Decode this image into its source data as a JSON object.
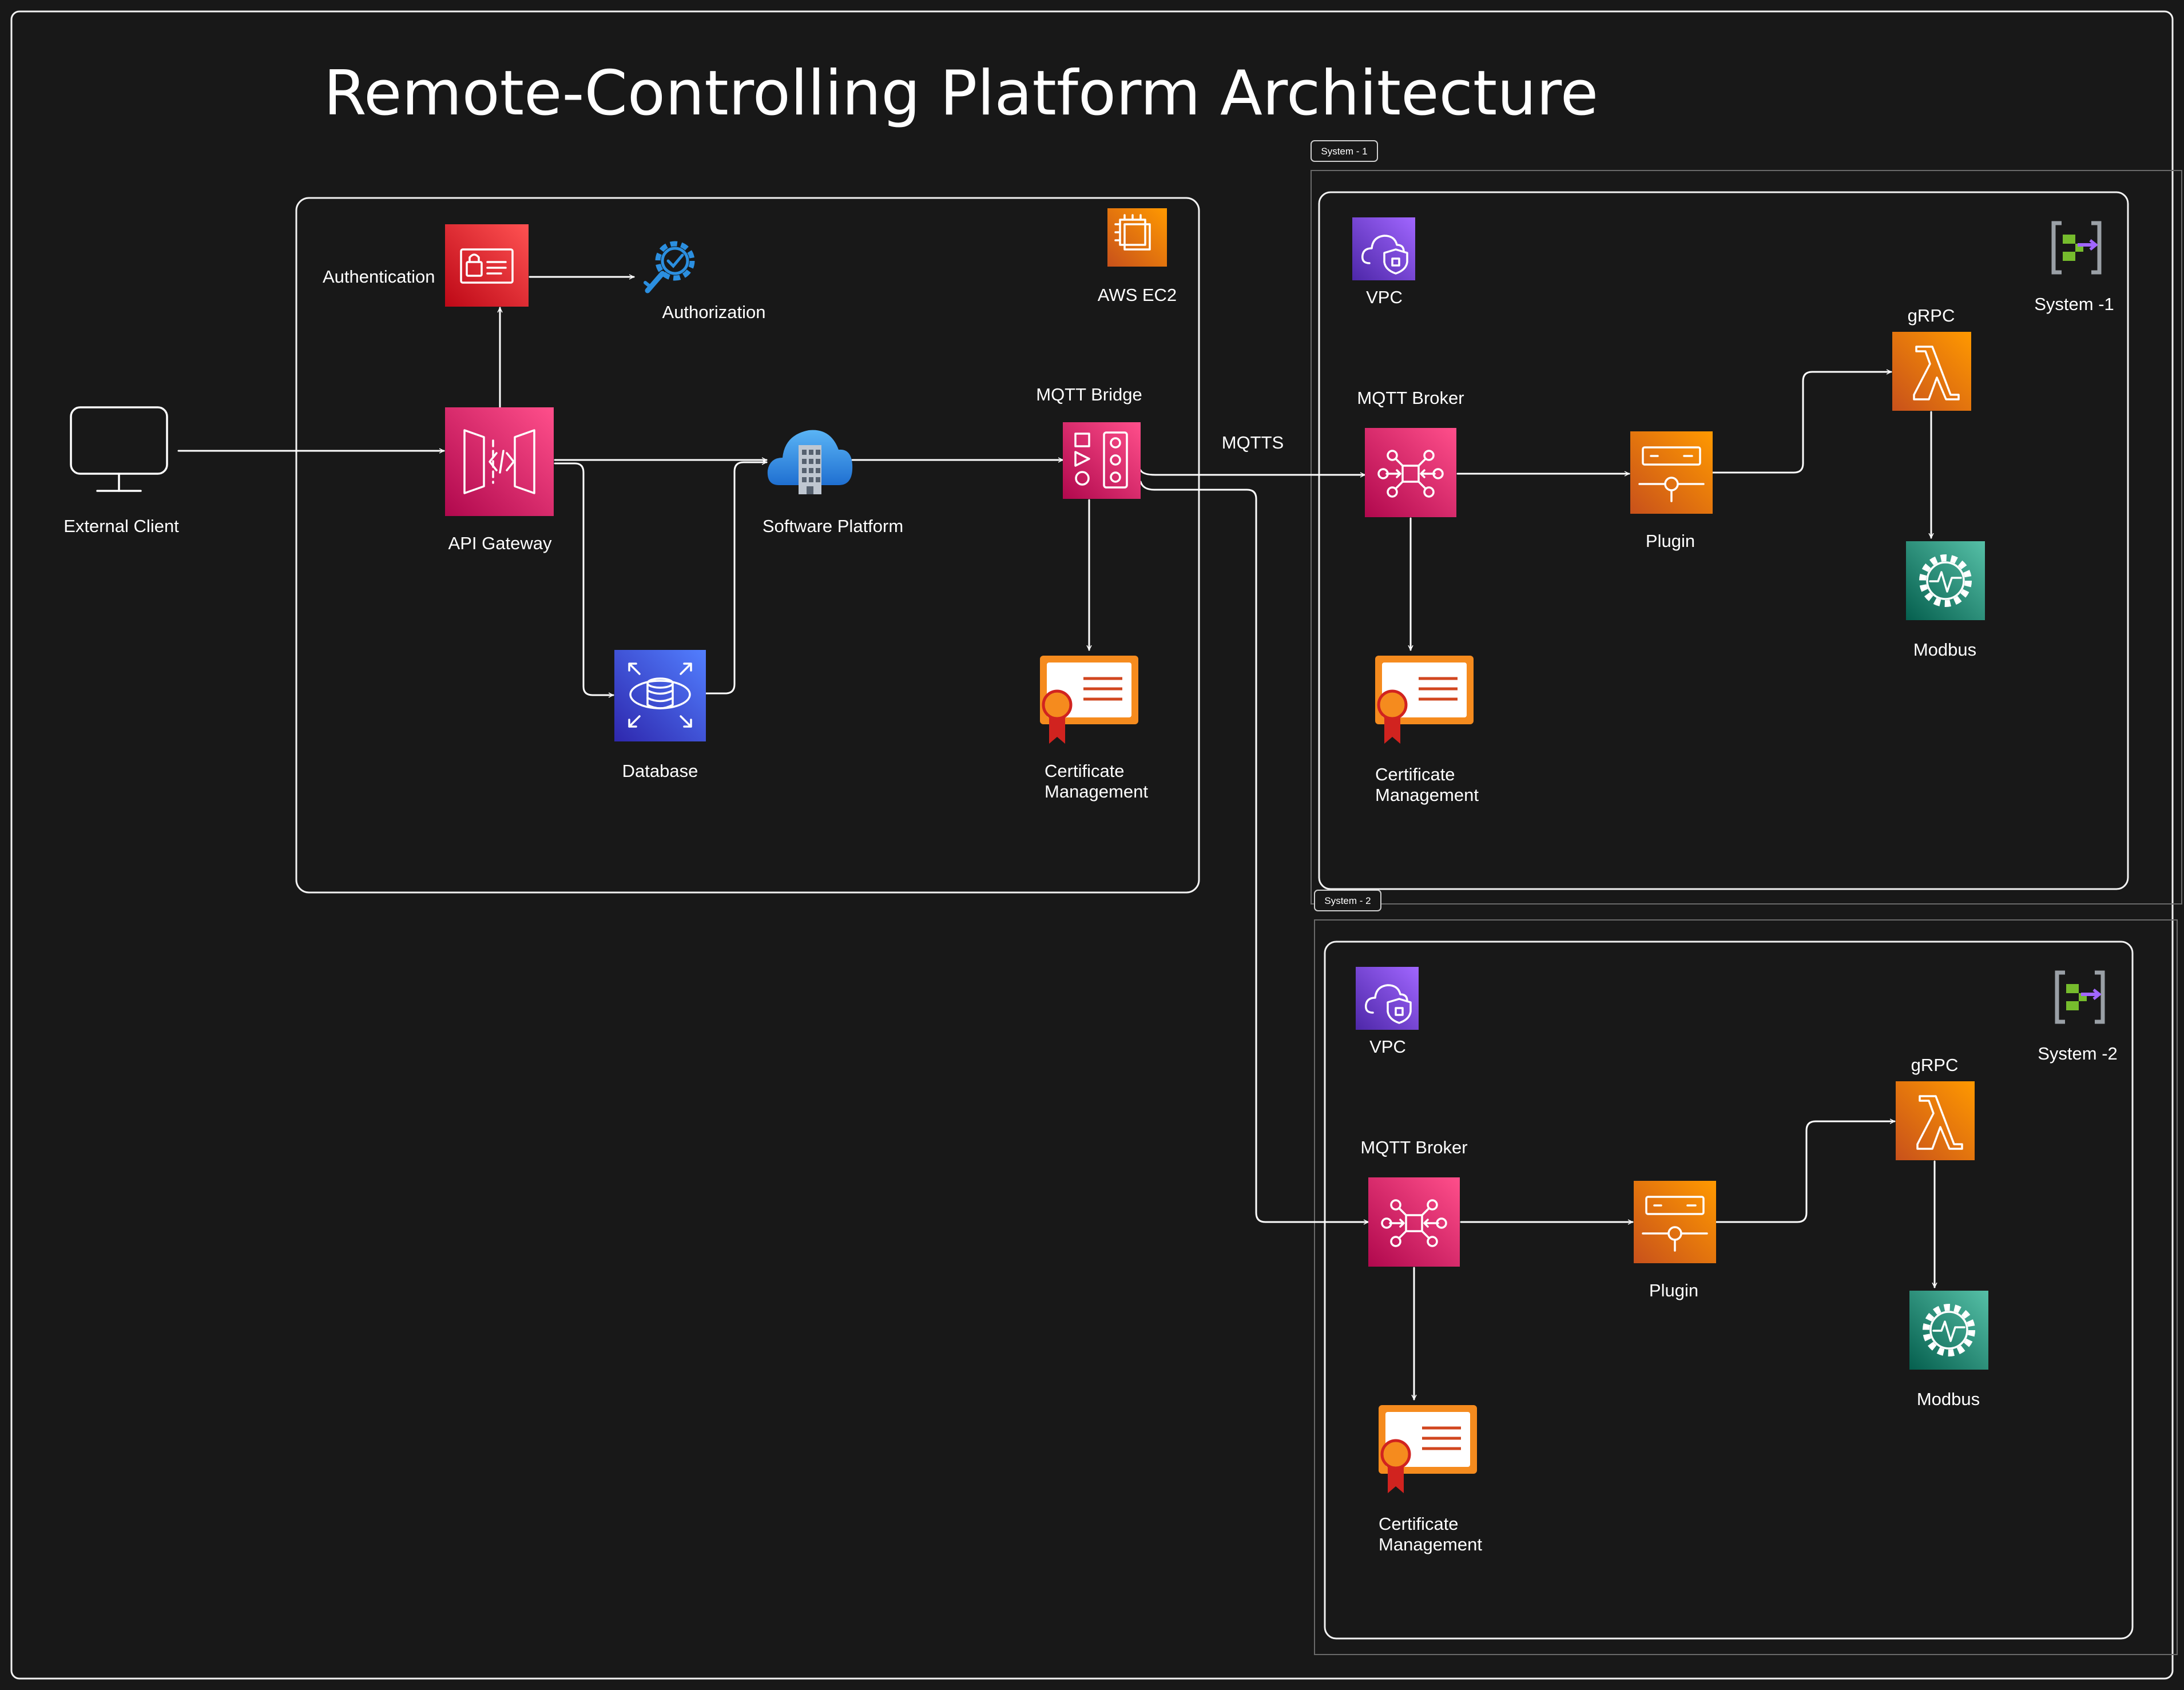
{
  "title": "Remote-Controlling Platform Architecture",
  "nodes": {
    "external_client": "External Client",
    "api_gateway": "API Gateway",
    "authentication": "Authentication",
    "authorization": "Authorization",
    "database": "Database",
    "software_platform": "Software Platform",
    "mqtt_bridge": "MQTT Bridge",
    "aws_ec2": "AWS EC2",
    "cert_mgmt": [
      "Certificate",
      "Management"
    ]
  },
  "edge_labels": {
    "mqtts": "MQTTS"
  },
  "systems": [
    {
      "tag": "System - 1",
      "name": "System -1",
      "vpc": "VPC",
      "broker": "MQTT Broker",
      "plugin": "Plugin",
      "grpc": "gRPC",
      "modbus": "Modbus",
      "cert_mgmt": [
        "Certificate",
        "Management"
      ]
    },
    {
      "tag": "System - 2",
      "name": "System -2",
      "vpc": "VPC",
      "broker": "MQTT Broker",
      "plugin": "Plugin",
      "grpc": "gRPC",
      "modbus": "Modbus",
      "cert_mgmt": [
        "Certificate",
        "Management"
      ]
    }
  ],
  "colors": {
    "background": "#181818",
    "security_red": "#dd344c",
    "api_pink": "#e7157b",
    "database_blue": "#3b48cc",
    "compute_orange": "#ed7100",
    "iot_teal": "#01a88d",
    "vpc_purple": "#8c4fff",
    "cert_orange": "#f58b1e",
    "azure_blue": "#2b8fe0"
  }
}
